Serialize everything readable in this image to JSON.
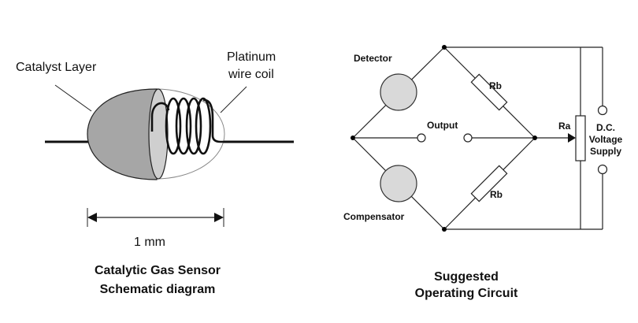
{
  "sensor": {
    "label_catalyst": "Catalyst Layer",
    "label_platinum_line1": "Platinum",
    "label_platinum_line2": "wire coil",
    "dimension": "1 mm",
    "caption_line1": "Catalytic Gas Sensor",
    "caption_line2": "Schematic diagram",
    "colors": {
      "catalyst": "#a6a6a6",
      "bead_face": "#cfcfcf",
      "shell": "#ffffff",
      "wire": "#111111"
    }
  },
  "circuit": {
    "label_detector": "Detector",
    "label_compensator": "Compensator",
    "label_output": "Output",
    "label_rb_top": "Rb",
    "label_rb_bottom": "Rb",
    "label_ra": "Ra",
    "label_supply_line1": "D.C.",
    "label_supply_line2": "Voltage",
    "label_supply_line3": "Supply",
    "caption_line1": "Suggested",
    "caption_line2": "Operating Circuit",
    "colors": {
      "element_fill": "#d9d9d9",
      "line": "#222222"
    }
  }
}
